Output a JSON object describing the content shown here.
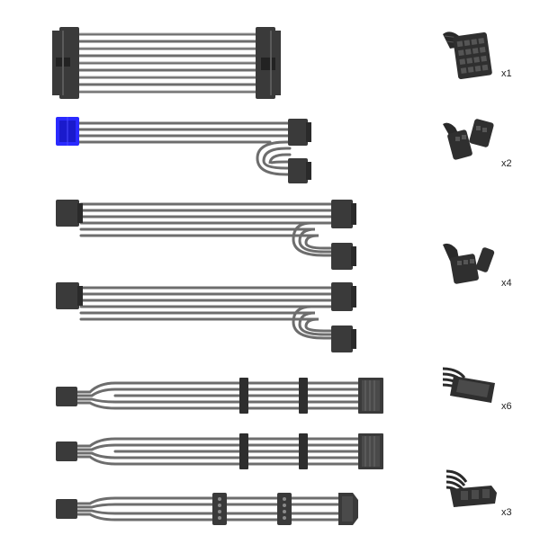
{
  "colors": {
    "background": "#ffffff",
    "sleeve": "#6d6d6d",
    "sleeve_highlight": "#a8a8a8",
    "connector": "#3a3a3a",
    "connector_dark": "#222222",
    "accent_blue": "#2a2aff"
  },
  "cables": [
    {
      "name": "cable-24pin-extension",
      "connector_icon": "atx-24pin-connector-icon",
      "quantity_label": "x1"
    },
    {
      "name": "cable-cpu-eps-split",
      "connector_icon": "eps-4plus4-connector-icon",
      "quantity_label": "x2"
    },
    {
      "name": "cable-pcie-split-a",
      "connector_icon": "pcie-6plus2-connector-icon",
      "quantity_label": "x4"
    },
    {
      "name": "cable-pcie-split-b",
      "connector_icon": "pcie-6plus2-connector-icon",
      "quantity_label": ""
    },
    {
      "name": "cable-sata-daisy-a",
      "connector_icon": "sata-power-connector-icon",
      "quantity_label": "x6"
    },
    {
      "name": "cable-sata-daisy-b",
      "connector_icon": "sata-power-connector-icon",
      "quantity_label": ""
    },
    {
      "name": "cable-molex-daisy",
      "connector_icon": "molex-4pin-connector-icon",
      "quantity_label": "x3"
    }
  ]
}
